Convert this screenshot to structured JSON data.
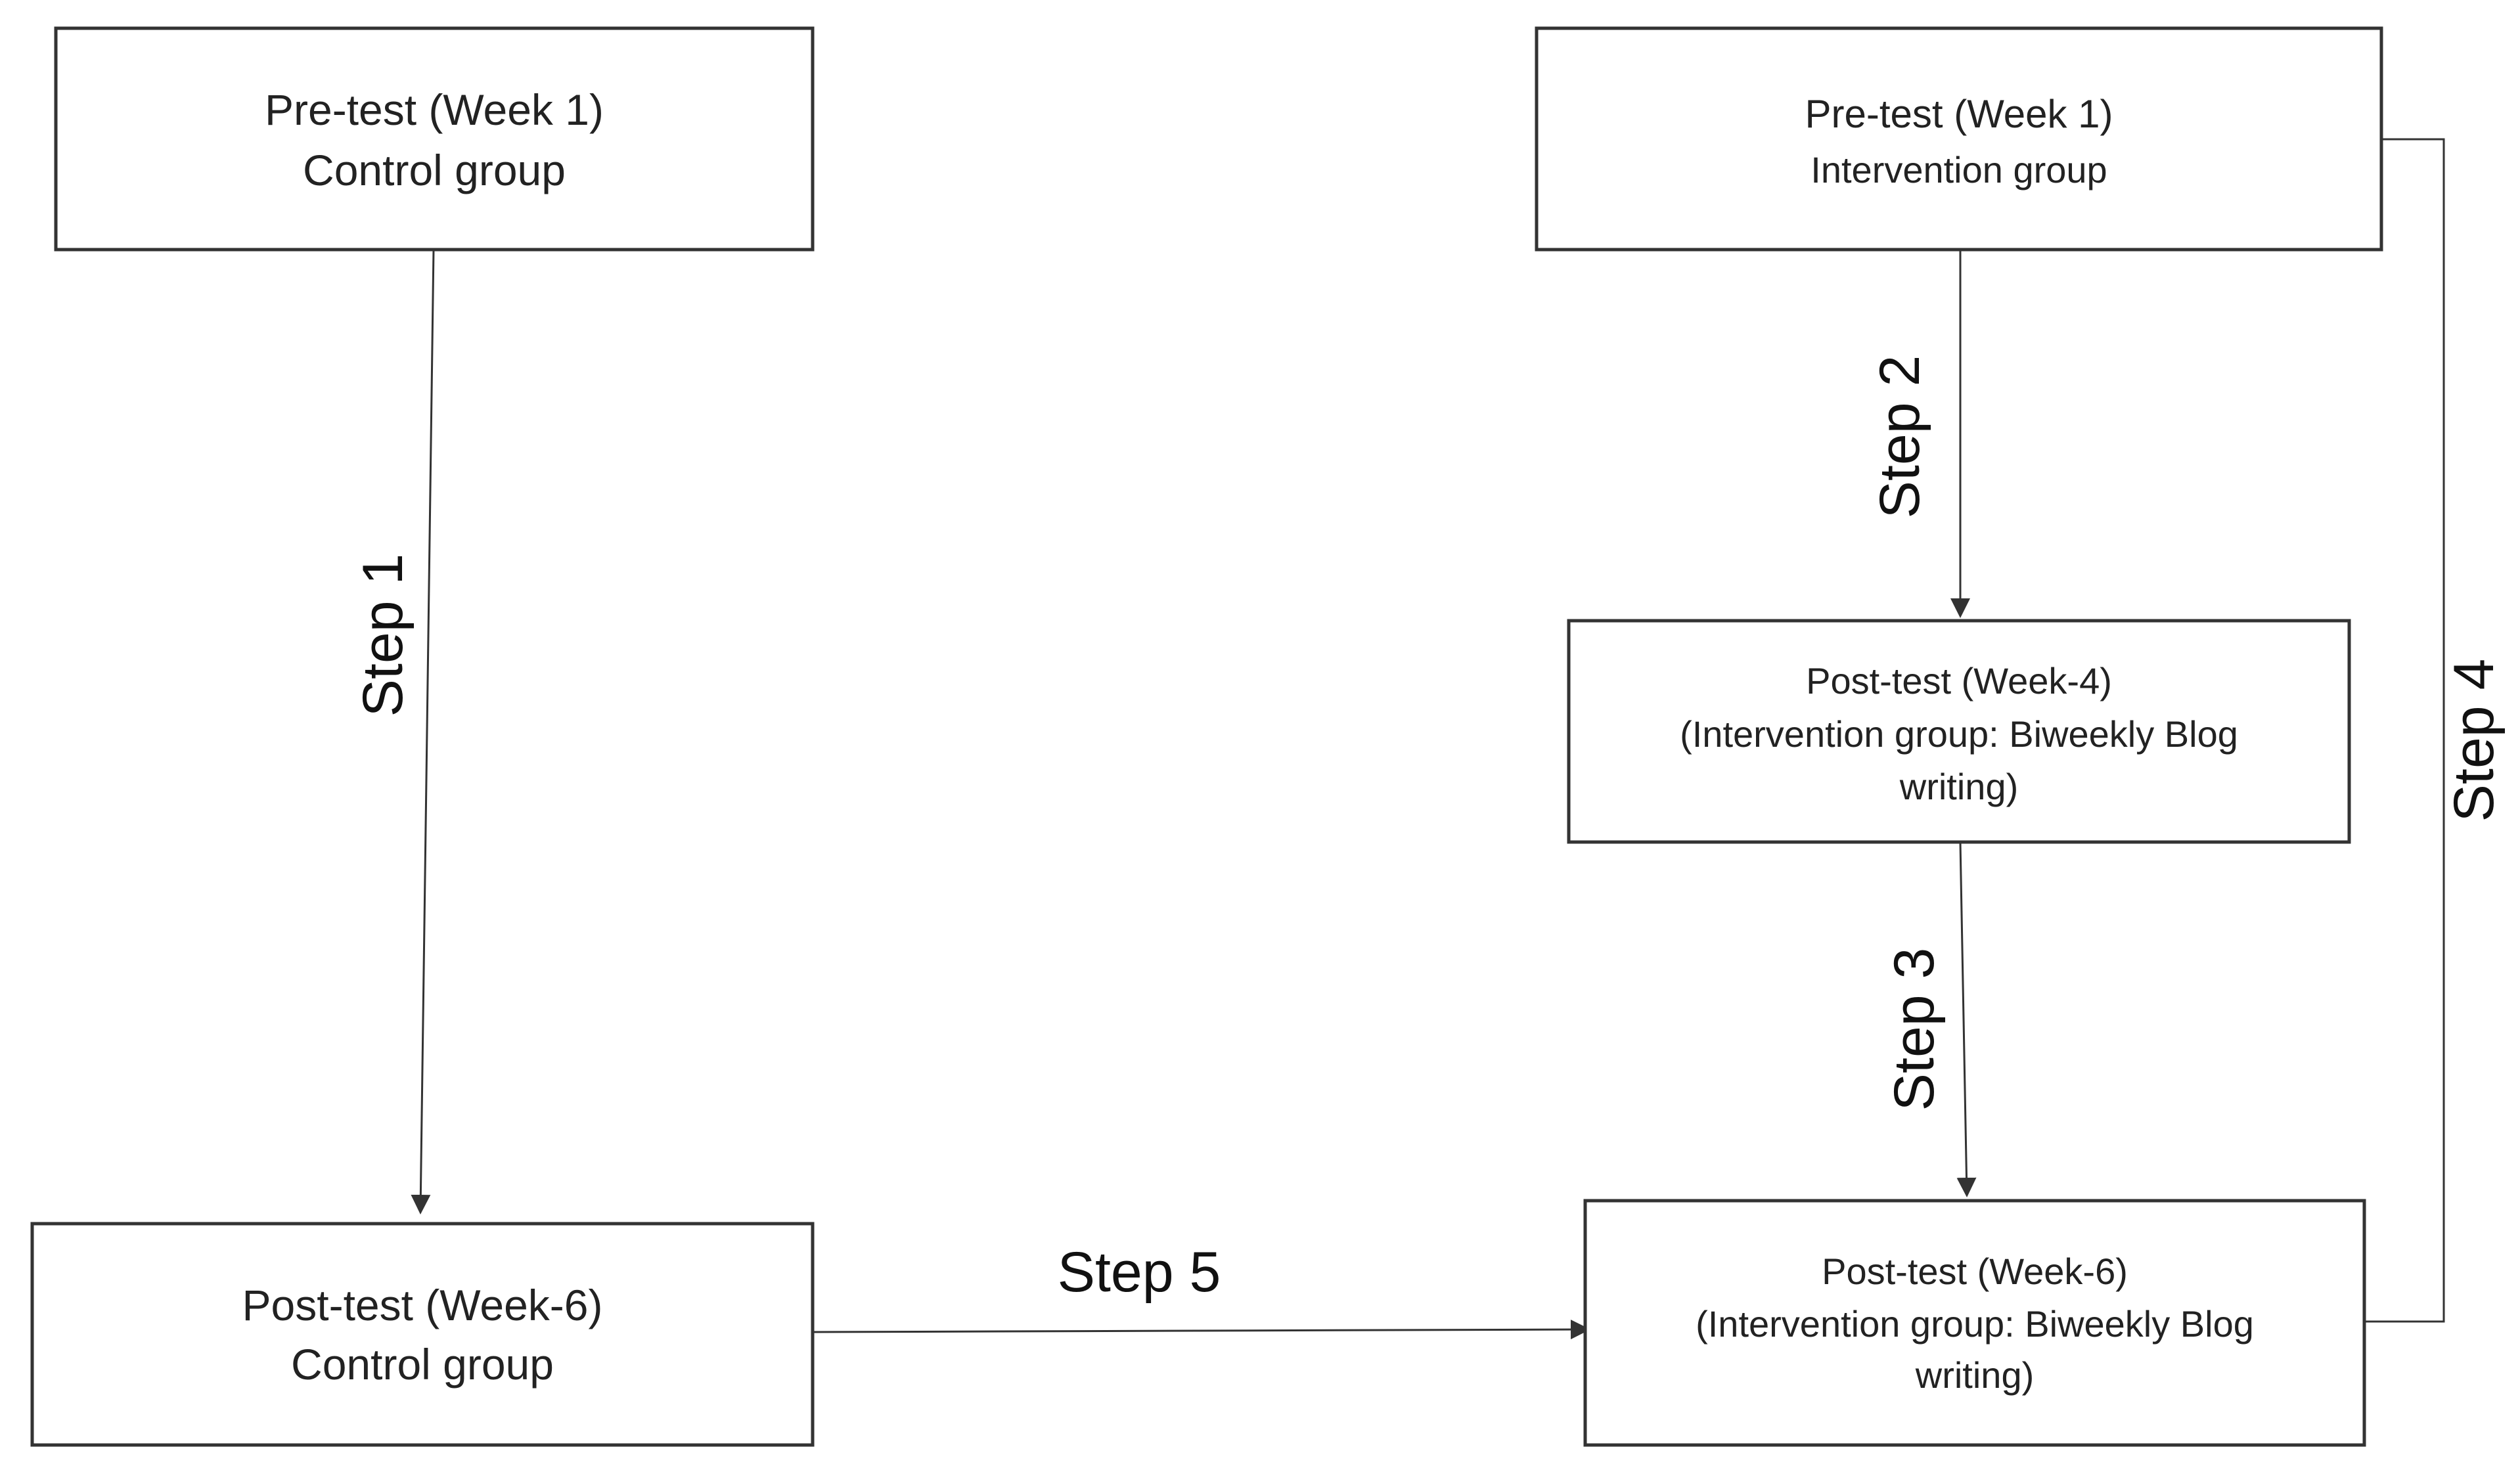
{
  "boxes": {
    "control_pre": {
      "line1": "Pre-test (Week 1)",
      "line2": "Control group"
    },
    "intervention_pre": {
      "line1": "Pre-test (Week 1)",
      "line2": "Intervention group"
    },
    "intervention_mid": {
      "line1": "Post-test (Week-4)",
      "line2": "(Intervention group: Biweekly Blog",
      "line3": "writing)"
    },
    "control_post": {
      "line1": "Post-test (Week-6)",
      "line2": "Control group"
    },
    "intervention_post": {
      "line1": "Post-test (Week-6)",
      "line2": "(Intervention group: Biweekly Blog",
      "line3": "writing)"
    }
  },
  "steps": {
    "step1": "Step 1",
    "step2": "Step 2",
    "step3": "Step 3",
    "step4": "Step 4",
    "step5": "Step 5"
  },
  "colors": {
    "box_border": "#333333",
    "connector": "#333333",
    "text": "#222222",
    "background": "#ffffff"
  }
}
